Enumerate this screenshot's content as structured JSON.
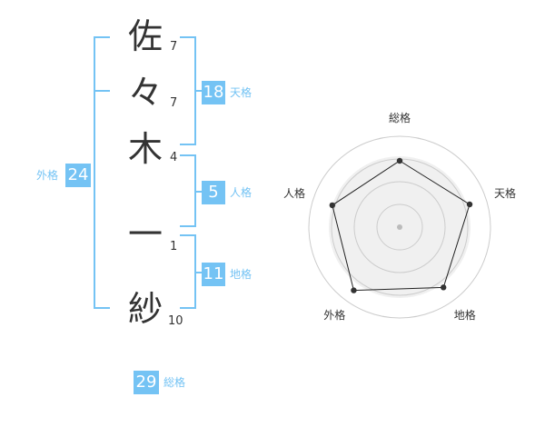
{
  "name": {
    "characters": [
      {
        "char": "佐",
        "strokes": "7"
      },
      {
        "char": "々",
        "strokes": "7"
      },
      {
        "char": "木",
        "strokes": "4"
      },
      {
        "char": "一",
        "strokes": "1"
      },
      {
        "char": "紗",
        "strokes": "10"
      }
    ]
  },
  "fortune": {
    "tenkaku": {
      "value": "18",
      "label": "天格"
    },
    "jinkaku": {
      "value": "5",
      "label": "人格"
    },
    "chikaku": {
      "value": "11",
      "label": "地格"
    },
    "gaikaku": {
      "value": "24",
      "label": "外格"
    },
    "soukaku": {
      "value": "29",
      "label": "総格"
    }
  },
  "colors": {
    "accent": "#74c3f4",
    "text": "#333333",
    "ring": "#cccccc",
    "fill": "#f0f0f0"
  },
  "chart_data": {
    "type": "radar",
    "axes": [
      "総格",
      "天格",
      "地格",
      "外格",
      "人格"
    ],
    "values": [
      0.73,
      0.81,
      0.82,
      0.86,
      0.78
    ],
    "range": [
      0,
      1
    ],
    "rings": 4
  }
}
